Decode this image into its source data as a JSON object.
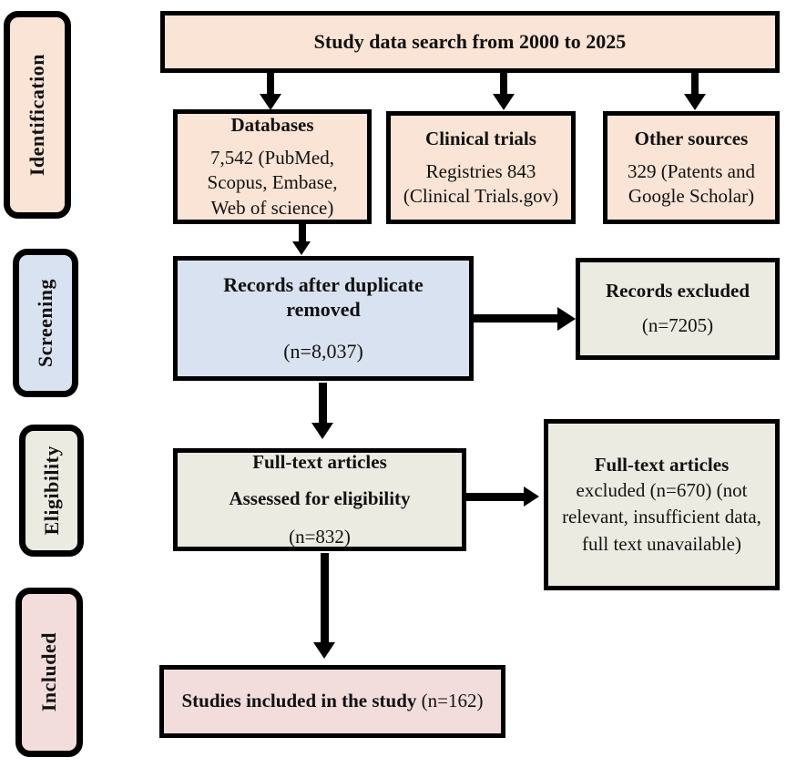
{
  "diagram": {
    "type": "prisma-flow-diagram",
    "colors": {
      "identification_fill": "#FAE4D5",
      "screening_fill": "#D9E2F0",
      "eligibility_fill": "#ECEBE2",
      "included_fill": "#F2DCDC",
      "border": "#000000",
      "background": "#FFFFFF",
      "text": "#111111"
    }
  },
  "stages": [
    {
      "id": "identification",
      "label": "Identification"
    },
    {
      "id": "screening",
      "label": "Screening"
    },
    {
      "id": "eligibility",
      "label": "Eligibility"
    },
    {
      "id": "included",
      "label": "Included"
    }
  ],
  "boxes": {
    "search": {
      "title": "Study data search from 2000 to 2025"
    },
    "databases": {
      "title": "Databases",
      "line1": "7,542 (PubMed,",
      "line2": "Scopus, Embase,",
      "line3": "Web of science)"
    },
    "clinical_trials": {
      "title": "Clinical trials",
      "line1": "Registries 843",
      "line2": "(Clinical Trials.gov)"
    },
    "other_sources": {
      "title": "Other sources",
      "line1": "329 (Patents and",
      "line2": "Google Scholar)"
    },
    "records": {
      "title": "Records after duplicate removed",
      "count": "(n=8,037)"
    },
    "records_excluded": {
      "title": "Records excluded",
      "count": "(n=7205)"
    },
    "fulltext": {
      "title_line1": "Full-text articles",
      "title_line2": "Assessed for eligibility",
      "count": "(n=832)"
    },
    "fulltext_excluded": {
      "title": "Full-text articles",
      "line1": "excluded (n=670) (not",
      "line2": "relevant, insufficient data,",
      "line3": "full text unavailable)"
    },
    "included": {
      "label": "Studies included in the study",
      "count": "(n=162)"
    }
  },
  "arrows": [
    {
      "id": "search-to-databases",
      "direction": "down"
    },
    {
      "id": "search-to-clinical-trials",
      "direction": "down"
    },
    {
      "id": "search-to-other-sources",
      "direction": "down"
    },
    {
      "id": "databases-to-records",
      "direction": "down"
    },
    {
      "id": "records-to-records-excluded",
      "direction": "right"
    },
    {
      "id": "records-to-fulltext",
      "direction": "down"
    },
    {
      "id": "fulltext-to-fulltext-excluded",
      "direction": "right"
    },
    {
      "id": "fulltext-to-included",
      "direction": "down"
    }
  ]
}
